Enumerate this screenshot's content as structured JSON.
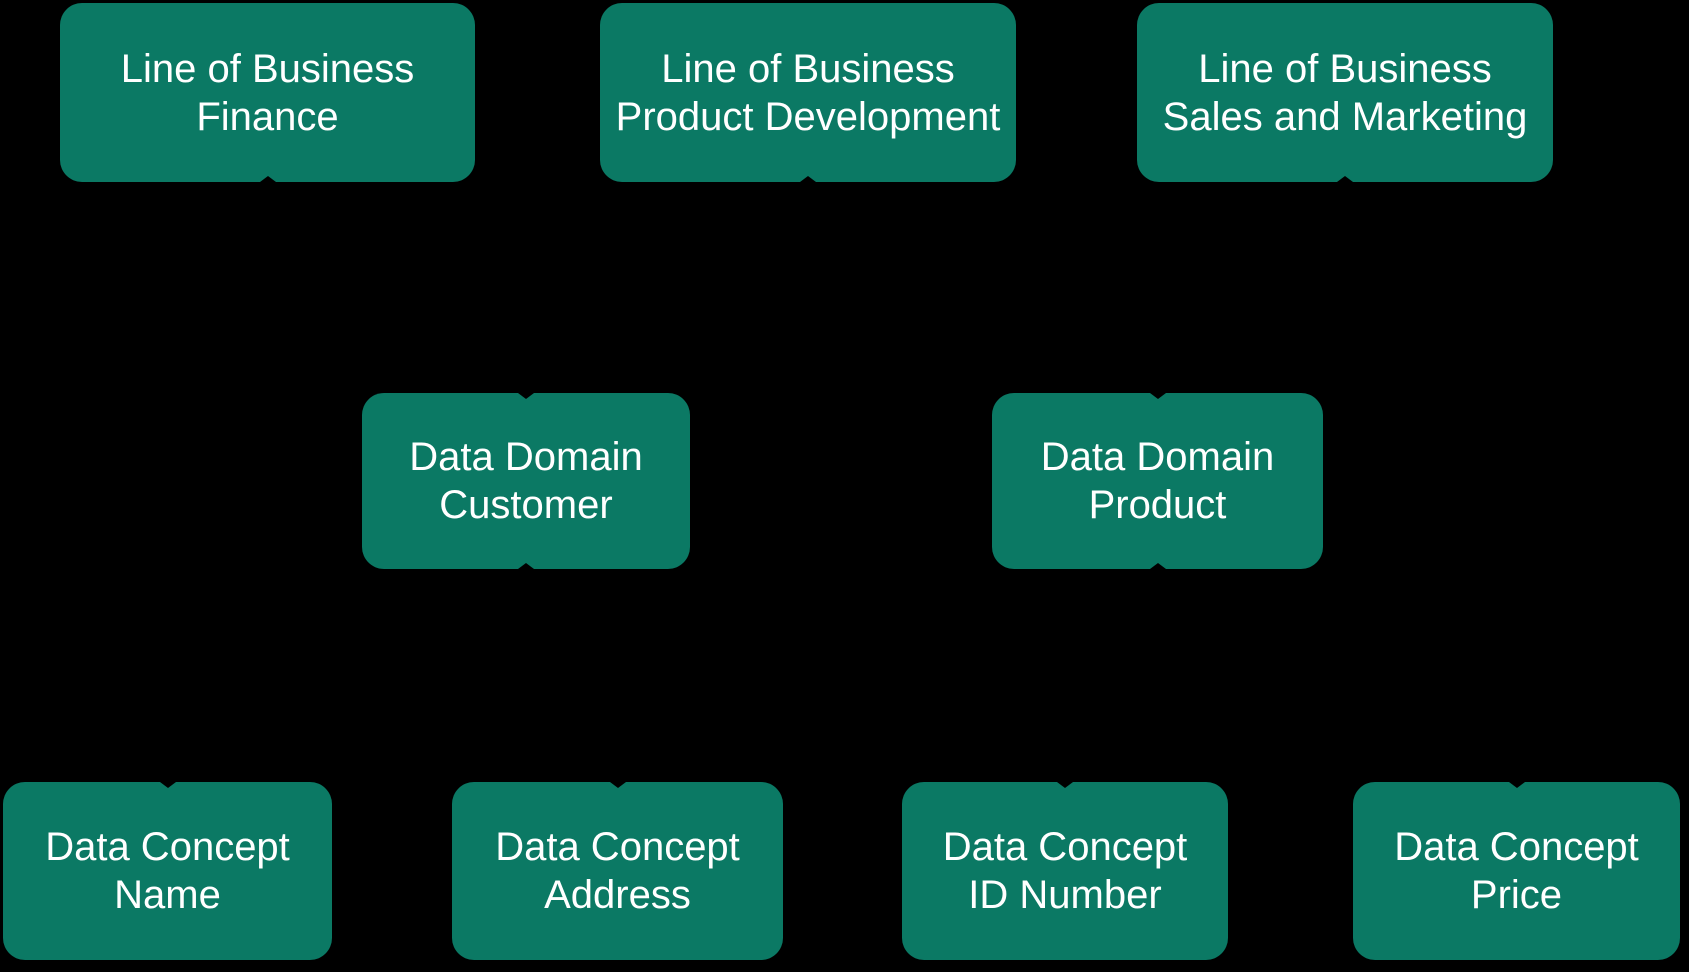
{
  "colors": {
    "background": "#000000",
    "node_fill": "#0B7964",
    "node_text": "#FFFFFF"
  },
  "nodes": {
    "lob_finance": {
      "label": "Line of Business\nFinance"
    },
    "lob_product_development": {
      "label": "Line of Business\nProduct Development"
    },
    "lob_sales_marketing": {
      "label": "Line of Business\nSales and Marketing"
    },
    "domain_customer": {
      "label": "Data Domain\nCustomer"
    },
    "domain_product": {
      "label": "Data Domain\nProduct"
    },
    "concept_name": {
      "label": "Data Concept\nName"
    },
    "concept_address": {
      "label": "Data Concept\nAddress"
    },
    "concept_id_number": {
      "label": "Data Concept\nID Number"
    },
    "concept_price": {
      "label": "Data Concept\nPrice"
    }
  }
}
